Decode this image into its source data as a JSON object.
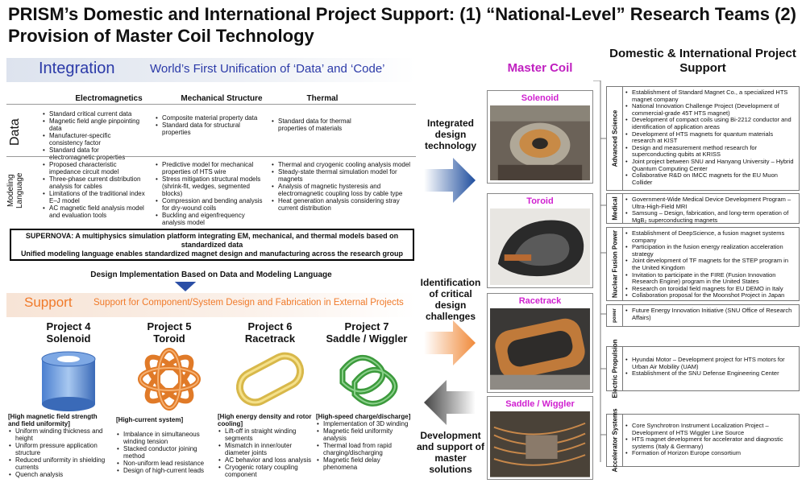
{
  "title": "PRISM’s Domestic and International Project Support: (1) “National-Level” Research Teams (2) Provision of Master Coil Technology",
  "integration": {
    "label": "Integration",
    "subtitle": "World’s First Unification of ‘Data’ and ‘Code’",
    "columns": [
      "Electromagnetics",
      "Mechanical Structure",
      "Thermal"
    ],
    "data_label": "Data",
    "modeling_label": "Modeling Language",
    "data_cells": [
      [
        "Standard critical current data",
        "Magnetic field angle pinpointing data",
        "Manufacturer-specific consistency factor",
        "Standard data for electromagnetic properties"
      ],
      [
        "Composite material property data",
        "Standard data for structural properties"
      ],
      [
        "Standard data for thermal properties of materials"
      ]
    ],
    "modeling_cells": [
      [
        "Proposed characteristic impedance circuit model",
        "Three-phase current distribution analysis for cables",
        "Limitations of the traditional index E–J model",
        "AC magnetic field analysis model and evaluation tools"
      ],
      [
        "Predictive model for mechanical properties of HTS wire",
        "Stress mitigation structural models (shrink-fit, wedges, segmented blocks)",
        "Compression and bending analysis for dry-wound coils",
        "Buckling and eigenfrequency analysis model"
      ],
      [
        "Thermal and cryogenic cooling analysis model",
        "Steady-state thermal simulation model for magnets",
        "Analysis of magnetic hysteresis and electromagnetic coupling loss by cable type",
        "Heat generation analysis considering stray current distribution"
      ]
    ],
    "supernova_line1": "SUPERNOVA: A multiphysics simulation platform integrating EM, mechanical, and thermal models based on standardized data",
    "supernova_line2": "Unified modeling language enables standardized magnet design and manufacturing across the research group",
    "design_impl": "Design Implementation Based on Data and Modeling Language"
  },
  "support": {
    "label": "Support",
    "subtitle": "Support for Component/System Design and Fabrication in External Projects",
    "projects": [
      {
        "title": "Project 4\nSolenoid",
        "head": "[High magnetic field strength and field uniformity]",
        "items": [
          "Uniform winding thickness and height",
          "Uniform pressure application structure",
          "Reduced uniformity in shielding currents",
          "Quench analysis"
        ]
      },
      {
        "title": "Project 5\nToroid",
        "head": "[High-current system]",
        "items": [
          "Imbalance in simultaneous winding tension",
          "Stacked conductor joining method",
          "Non-uniform lead resistance",
          "Design of high-current leads"
        ]
      },
      {
        "title": "Project 6\nRacetrack",
        "head": "[High energy density and rotor cooling]",
        "items": [
          "Lift-off in straight winding segments",
          "Mismatch in inner/outer diameter joints",
          "AC behavior and loss analysis",
          "Cryogenic rotary coupling component"
        ]
      },
      {
        "title": "Project 7\nSaddle / Wiggler",
        "head": "[High-speed charge/discharge]",
        "items": [
          "Implementation of 3D winding",
          "Magnetic field uniformity analysis",
          "Thermal load from rapid charging/discharging",
          "Magnetic field delay phenomena"
        ]
      }
    ]
  },
  "stages": [
    "Integrated design technology",
    "Identification of critical design challenges",
    "Development and support of master solutions"
  ],
  "master_coil": {
    "header": "Master Coil",
    "items": [
      "Solenoid",
      "Toroid",
      "Racetrack",
      "Saddle / Wiggler"
    ]
  },
  "dom_intl": {
    "header": "Domestic & International Project Support",
    "categories": [
      {
        "name": "Advanced Science",
        "items": [
          "Establishment of Standard Magnet Co., a specialized HTS magnet company",
          "National Innovation Challenge Project (Development of commercial-grade 45T HTS magnet)",
          "Development of compact coils using Bi-2212 conductor and identification of application areas",
          "Development of HTS magnets for quantum materials research at KIST",
          "Design and measurement method research for superconducting qubits at KRISS",
          "Joint project between SNU and Hanyang University – Hybrid Quantum Computing Center",
          "Collaborative R&D on IMCC magnets for the EU Muon Collider"
        ]
      },
      {
        "name": "Medical",
        "items": [
          "Government-Wide Medical Device Development Program – Ultra-High-Field MRI",
          "Samsung – Design, fabrication, and long-term operation of MgB₂ superconducting magnets"
        ]
      },
      {
        "name": "Nuclear Fusion Power",
        "items": [
          "Establishment of DeepScience, a fusion magnet systems company",
          "Participation in the fusion energy realization acceleration strategy",
          "Joint development of TF magnets for the STEP program in the United Kingdom",
          "Invitation to participate in the FIRE (Fusion Innovation Research Engine) program in the United States",
          "Research on toroidal field magnets for EU DEMO in Italy",
          "Collaboration proposal for the Moonshot Project in Japan"
        ]
      },
      {
        "name": "power",
        "items": [
          "Future Energy Innovation Initiative (SNU Office of Research Affairs)"
        ]
      },
      {
        "name": "Electric Propulsion",
        "items": [
          "Hyundai Motor – Development project for HTS motors for Urban Air Mobility (UAM)",
          "Establishment of the SNU Defense Engineering Center"
        ]
      },
      {
        "name": "Accelerator Systems",
        "items": [
          "Core Synchrotron Instrument Localization Project – Development of HTS Wiggler Line Source",
          "HTS magnet development for accelerator and diagnostic systems (Italy & Germany)",
          "Formation of Horizon Europe consortium"
        ]
      }
    ]
  },
  "colors": {
    "integration": "#2b3aa8",
    "support": "#f07a2a",
    "master_coil": "#c020c0",
    "arrow_blue": "#1f4e9e",
    "arrow_orange": "#f08a3a",
    "arrow_gray": "#555555"
  }
}
